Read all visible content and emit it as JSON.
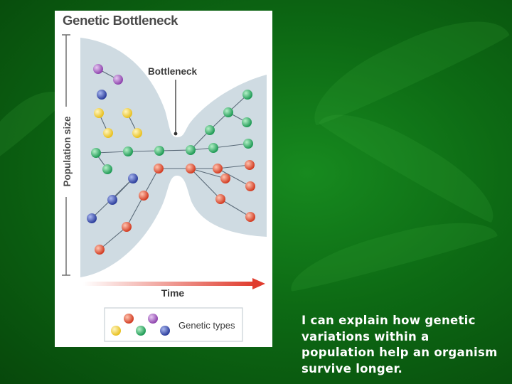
{
  "figure": {
    "title": "Genetic Bottleneck",
    "annotation": "Bottleneck",
    "y_axis_label": "Population size",
    "x_axis_label": "Time",
    "legend_label": "Genetic types"
  },
  "slide_text": "I can explain how genetic variations within a population help an organism survive longer.",
  "colors": {
    "background": "#0f7a18",
    "shape": "#cfdbe2",
    "purple": "#9b59b6",
    "blue": "#3b4fb0",
    "yellow": "#f0d040",
    "green": "#3cb371",
    "red": "#e0533a",
    "arrow": "#e03c2e"
  }
}
